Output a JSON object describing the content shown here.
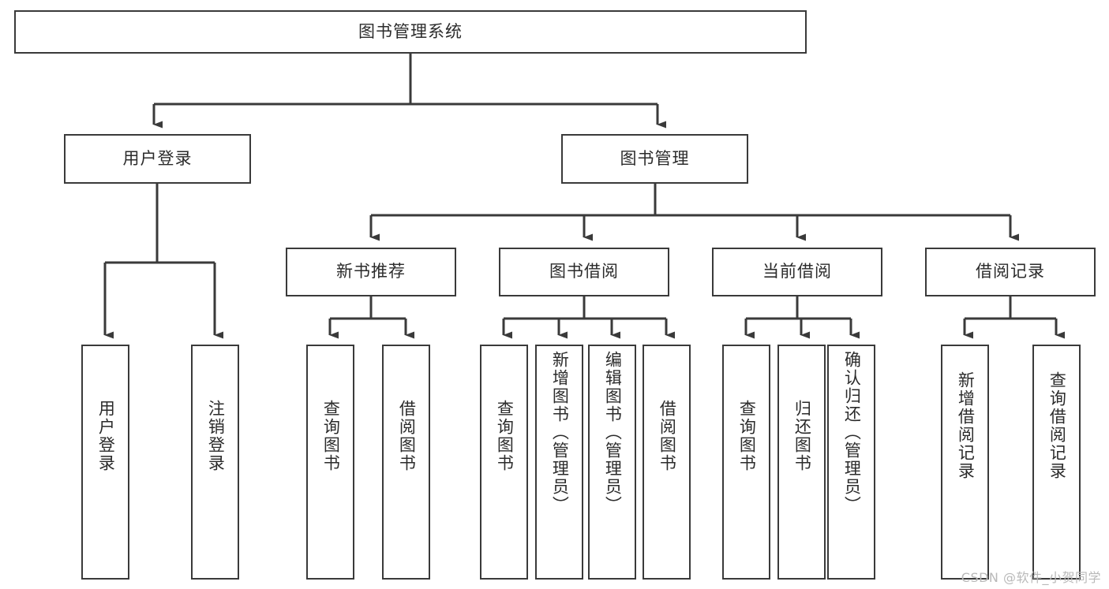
{
  "diagram": {
    "title": "图书管理系统",
    "type": "tree",
    "orientation": "top-down",
    "stroke_color": "#3a3a3a",
    "fill_color": "#ffffff",
    "text_color": "#2b2b2b"
  },
  "nodes": {
    "root": {
      "label": "图书管理系统",
      "level": 1
    },
    "level2": [
      {
        "id": "user-login",
        "label": "用户登录"
      },
      {
        "id": "book-manage",
        "label": "图书管理"
      }
    ],
    "level3": [
      {
        "id": "new-book-rec",
        "label": "新书推荐"
      },
      {
        "id": "book-borrow",
        "label": "图书借阅"
      },
      {
        "id": "current-borrow",
        "label": "当前借阅"
      },
      {
        "id": "borrow-record",
        "label": "借阅记录"
      }
    ],
    "leaves": {
      "user_login": [
        {
          "id": "leaf-user-login",
          "label": "用户登录"
        },
        {
          "id": "leaf-logout-login",
          "label": "注销登录"
        }
      ],
      "new_book_rec": [
        {
          "id": "leaf-query-book-1",
          "label": "查询图书"
        },
        {
          "id": "leaf-borrow-book-1",
          "label": "借阅图书"
        }
      ],
      "book_borrow": [
        {
          "id": "leaf-query-book-2",
          "label": "查询图书"
        },
        {
          "id": "leaf-add-book-admin",
          "label": "新增图书（管理员）"
        },
        {
          "id": "leaf-edit-book-admin",
          "label": "编辑图书（管理员）"
        },
        {
          "id": "leaf-borrow-book-2",
          "label": "借阅图书"
        }
      ],
      "current_borrow": [
        {
          "id": "leaf-query-book-3",
          "label": "查询图书"
        },
        {
          "id": "leaf-return-book",
          "label": "归还图书"
        },
        {
          "id": "leaf-confirm-return-admin",
          "label": "确认归还（管理员）"
        }
      ],
      "borrow_record": [
        {
          "id": "leaf-add-borrow-record",
          "label": "新增借阅记录"
        },
        {
          "id": "leaf-query-borrow-record",
          "label": "查询借阅记录"
        }
      ]
    }
  },
  "watermark": {
    "text": "CSDN @软件_小贺同学"
  }
}
